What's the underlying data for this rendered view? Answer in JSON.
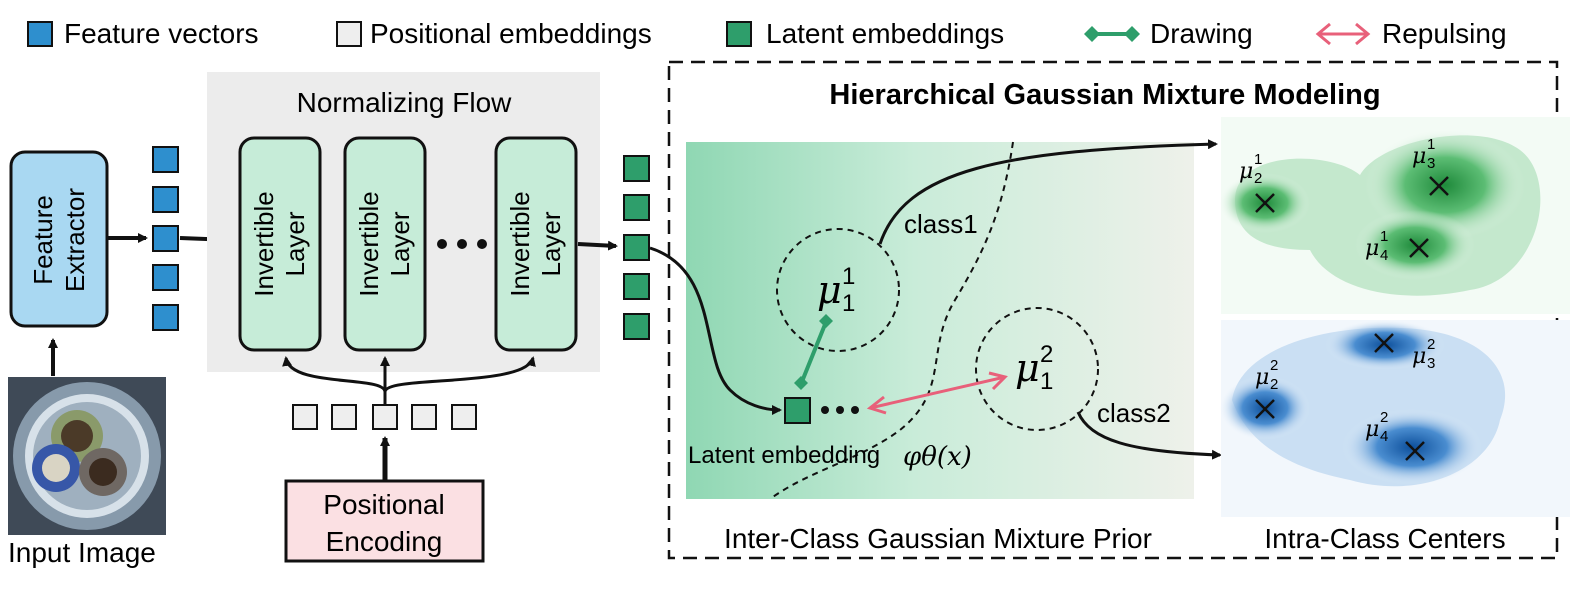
{
  "legend": {
    "feature_vectors": "Feature vectors",
    "positional_embeddings": "Positional embeddings",
    "latent_embeddings": "Latent embeddings",
    "drawing": "Drawing",
    "repulsing": "Repulsing"
  },
  "input": {
    "image_label": "Input Image"
  },
  "feature_extractor": {
    "line1": "Feature",
    "line2": "Extractor"
  },
  "flow": {
    "title": "Normalizing Flow",
    "layer_line1": "Invertible",
    "layer_line2": "Layer"
  },
  "positional_encoding": {
    "line1": "Positional",
    "line2": "Encoding"
  },
  "hgmm": {
    "title": "Hierarchical Gaussian Mixture Modeling",
    "class1": "class1",
    "class2": "class2",
    "latent_label": "Latent embedding",
    "latent_symbol": "φθ(x)",
    "mu_1_1": "μ",
    "prior_caption": "Inter-Class Gaussian Mixture Prior",
    "centers_caption": "Intra-Class Centers"
  },
  "centers": {
    "green": [
      {
        "base": "μ",
        "sup": "1",
        "sub": "2"
      },
      {
        "base": "μ",
        "sup": "1",
        "sub": "3"
      },
      {
        "base": "μ",
        "sup": "1",
        "sub": "4"
      }
    ],
    "blue": [
      {
        "base": "μ",
        "sup": "2",
        "sub": "2"
      },
      {
        "base": "μ",
        "sup": "2",
        "sub": "3"
      },
      {
        "base": "μ",
        "sup": "2",
        "sub": "4"
      }
    ]
  },
  "mu_big": {
    "c1": {
      "base": "μ",
      "sup": "1",
      "sub": "1"
    },
    "c2": {
      "base": "μ",
      "sup": "2",
      "sub": "1"
    }
  },
  "colors": {
    "feature_blue": "#2e8fce",
    "latent_green": "#2e9e6b",
    "flow_layer_fill": "#c6ecd8",
    "extractor_fill": "#a9d8f2",
    "pos_enc_fill": "#fbe0e3",
    "repulse": "#e8607a",
    "draw": "#2e9e6b"
  }
}
